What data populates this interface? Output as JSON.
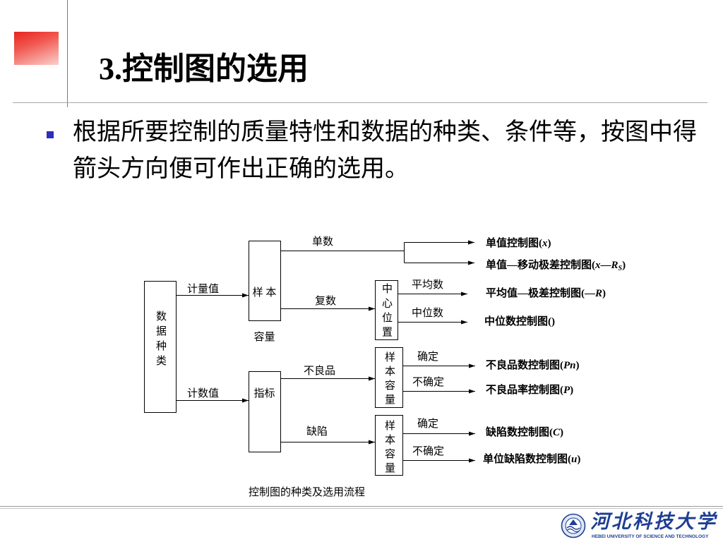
{
  "slide": {
    "title": "3.控制图的选用",
    "bullet_lines": [
      "根据所要控制的质量特性和数据的种类、条件等，按图中得",
      "箭头方向便可作出正确的选用。"
    ]
  },
  "diagram": {
    "boxes": {
      "data_type": "数据种类",
      "sample_size_top": [
        "样 本",
        "容量"
      ],
      "index": "指标",
      "center_position": "中心位置",
      "sample_size_defective": "样本容量",
      "sample_size_defect": "样本容量"
    },
    "branches": {
      "variable": "计量值",
      "attribute": "计数值",
      "single": "单数",
      "multiple": "复数",
      "mean": "平均数",
      "median": "中位数",
      "defective": "不良品",
      "defect": "缺陷",
      "defective_fixed": "确定",
      "defective_variable": "不确定",
      "defect_fixed": "确定",
      "defect_variable": "不确定"
    },
    "results": [
      {
        "parts": [
          "单值控制图(",
          "x",
          ")"
        ]
      },
      {
        "parts": [
          "单值—移动极差控制图(",
          "x",
          "—",
          "R",
          "S",
          ")"
        ]
      },
      {
        "parts": [
          "平均值—极差控制图(",
          "—",
          "R",
          ")"
        ]
      },
      {
        "parts": [
          "中位数控制图()"
        ]
      },
      {
        "parts": [
          "不良品数控制图(",
          "Pn",
          ")"
        ]
      },
      {
        "parts": [
          "不良品率控制图(",
          "P",
          ")"
        ]
      },
      {
        "parts": [
          "缺陷数控制图(",
          "C",
          ")"
        ]
      },
      {
        "parts": [
          "单位缺陷数控制图(",
          "u",
          ")"
        ]
      }
    ],
    "caption": "控制图的种类及选用流程"
  },
  "logo": {
    "name_cn": "河北科技大学",
    "name_en": "HEBEI UNIVERSITY OF SCIENCE AND TECHNOLOGY"
  },
  "theme": {
    "accent_red": "#e8231f",
    "bullet_blue": "#2e2eb8",
    "logo_blue": "#1f3f93"
  }
}
